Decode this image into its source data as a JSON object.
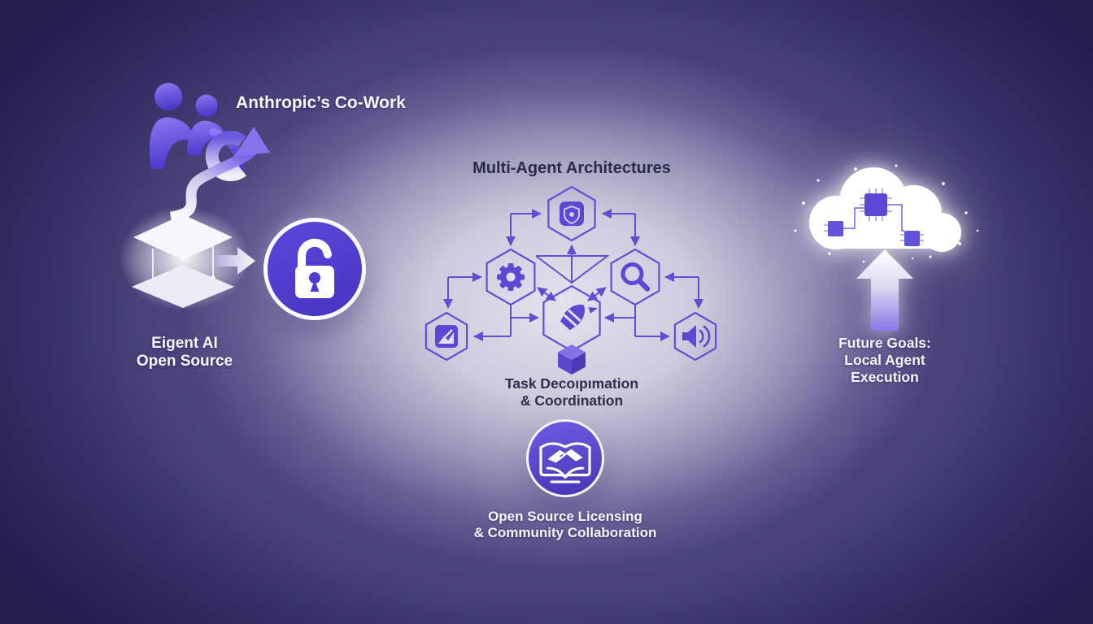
{
  "colors": {
    "background_corner": "#231d4e",
    "background_center": "#e6e5ee",
    "accent_purple": "#5b49d4",
    "badge_purple": "#4e3dd0",
    "diagram_line_purple": "#5f4fd2",
    "text_dark": "#2e2d4c",
    "text_light": "#f7f6fb"
  },
  "top_left": {
    "label": "Anthropic’s Co-Work",
    "icons": {
      "people": "people-icon",
      "letter_c": "letter-c-icon",
      "curved_arrow": "curved-up-arrow-icon"
    }
  },
  "left_flow": {
    "caption_line1": "Eigent AI",
    "caption_line2": "Open Source",
    "icons": {
      "layers": "stacked-diamonds-icon",
      "arrow": "arrow-right-icon",
      "lock": "open-padlock-icon"
    }
  },
  "center_diagram": {
    "title": "Multi-Agent Architectures",
    "caption_line1": "Task Decoıpımation",
    "caption_line2": "& Coordination",
    "node_icons": {
      "top": "agent-badge-icon",
      "mid_left": "gear-icon",
      "mid_right": "search-icon",
      "center": "rocket-icon",
      "bottom_left": "image-transform-icon",
      "bottom_right": "speaker-icon",
      "below_center": "cube-icon"
    }
  },
  "bottom_center": {
    "caption_line1": "Open Source Licensing",
    "caption_line2": "& Community Collaboration",
    "icon": "book-handshake-icon"
  },
  "right_flow": {
    "caption_line1": "Future Goals:",
    "caption_line2": "Local Agent",
    "caption_line3": "Execution",
    "icons": {
      "cloud": "cloud-network-icon",
      "arrow": "arrow-up-icon"
    }
  }
}
